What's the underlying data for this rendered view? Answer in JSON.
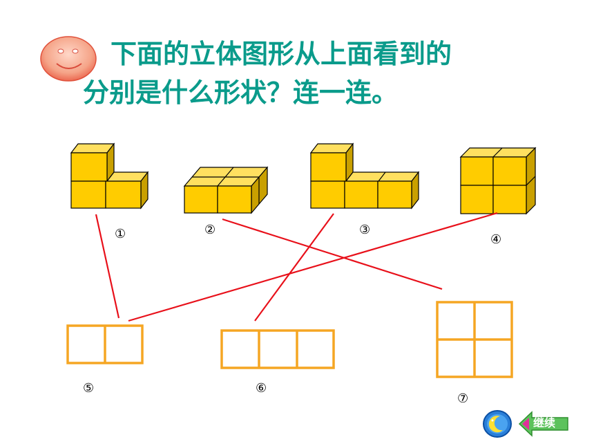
{
  "title": {
    "line1": "下面的立体图形从上面看到的",
    "line2": "分别是什么形状？连一连。"
  },
  "labels": [
    "①",
    "②",
    "③",
    "④",
    "⑤",
    "⑥",
    "⑦"
  ],
  "nav": {
    "continue_label": "继续"
  },
  "colors": {
    "title": "#0a9b8b",
    "cube": "#ffcc00",
    "outline": "#f5a623",
    "line": "#e8101a"
  }
}
